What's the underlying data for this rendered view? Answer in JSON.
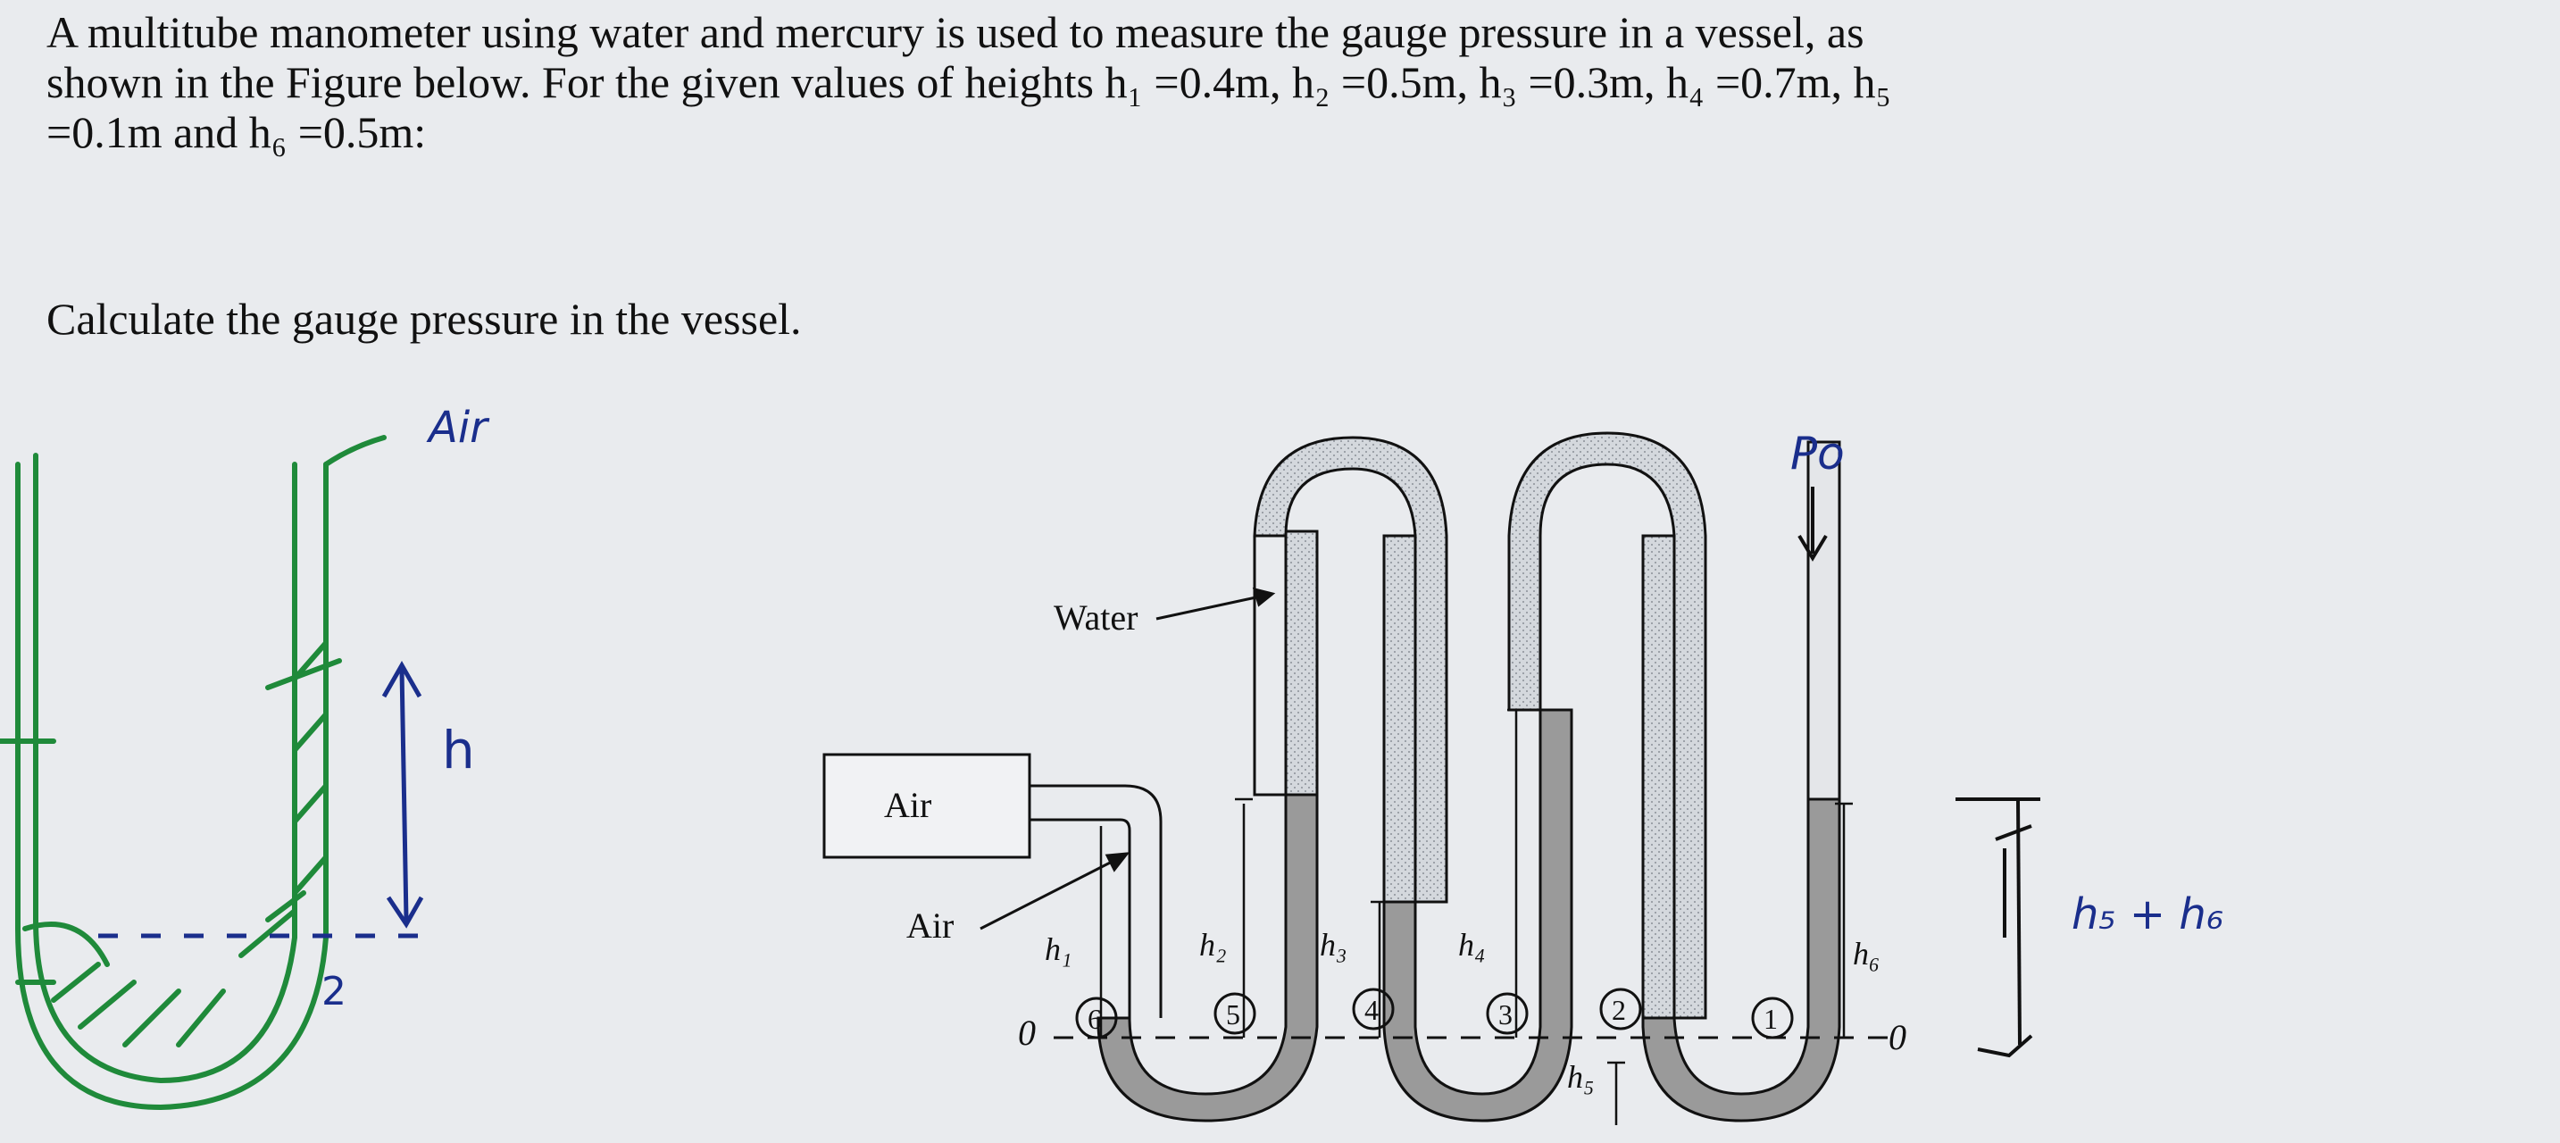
{
  "problem": {
    "line1": "A multitube manometer using water and mercury is used to measure the gauge pressure in a vessel, as",
    "line2": "shown in the Figure below. For the given values of heights h₁ =0.4m, h₂ =0.5m, h₃ =0.3m, h₄ =0.7m, h₅",
    "line3": "=0.1m and h₆ =0.5m:"
  },
  "question": "Calculate the gauge pressure in the vessel.",
  "figure": {
    "water_label": "Water",
    "air_box_label": "Air",
    "air_label": "Air",
    "h1": "h₁",
    "h2": "h₂",
    "h3": "h₃",
    "h4": "h₄",
    "h5": "h₅",
    "h6": "h₆",
    "zero_left": "0",
    "zero_right": "0",
    "point_labels": [
      "6",
      "5",
      "4",
      "3",
      "2",
      "1"
    ]
  },
  "annotations": {
    "sketch_air": "Air",
    "sketch_h": "h",
    "sketch_2": "2",
    "p0": "Po",
    "h5_plus_h6": "h₅ + h₆"
  },
  "colors": {
    "background": "#e9ebee",
    "ink": "#111111",
    "green_pen": "#1f8a3a",
    "blue_pen": "#1a2e8c",
    "mercury": "#9a9a9a",
    "water": "#cfd3d8"
  }
}
